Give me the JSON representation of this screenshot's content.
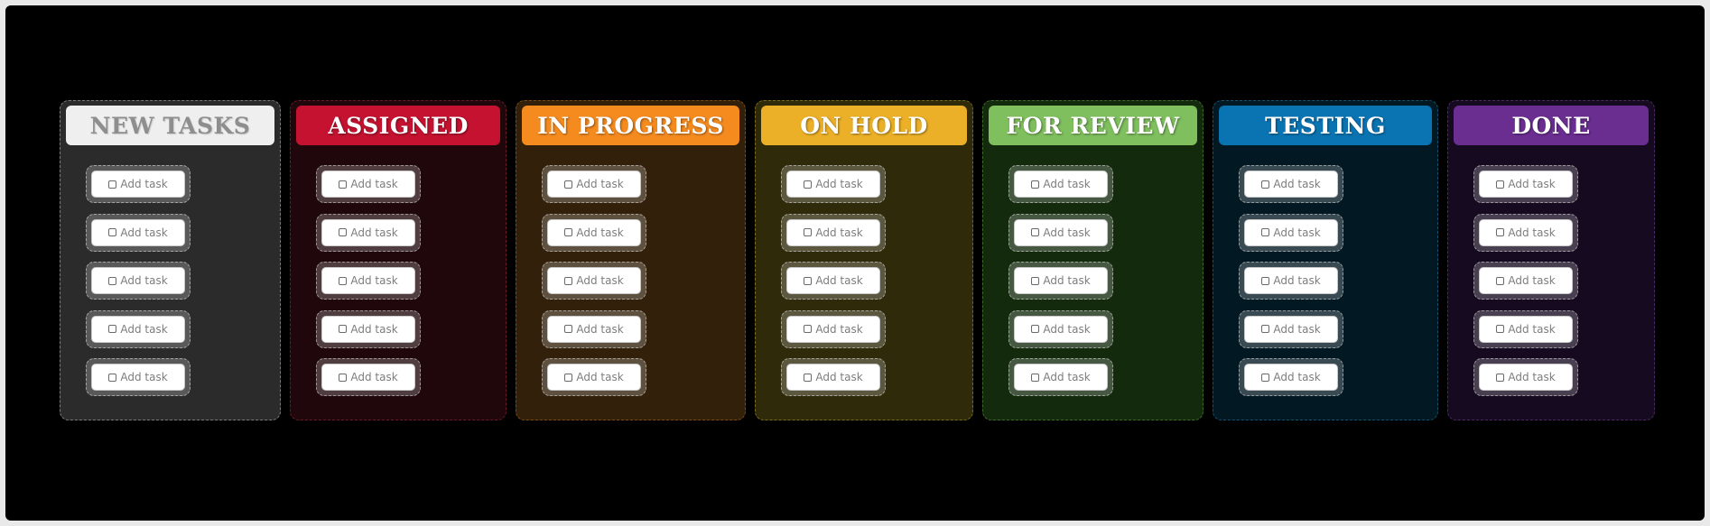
{
  "board": {
    "columns": [
      {
        "title": "NEW TASKS",
        "header_color": "#efefef",
        "header_text_color": "#8e8e8e",
        "body_color": "#2b2b2b",
        "border_color": "#7a7a7a"
      },
      {
        "title": "ASSIGNED",
        "header_color": "#c41230",
        "header_text_color": "#ffffff",
        "body_color": "#1f070b",
        "border_color": "#6b1a28"
      },
      {
        "title": "IN PROGRESS",
        "header_color": "#f58b1f",
        "header_text_color": "#ffffff",
        "body_color": "#33200a",
        "border_color": "#7a4a18"
      },
      {
        "title": "ON HOLD",
        "header_color": "#ebb027",
        "header_text_color": "#ffffff",
        "body_color": "#2e2a0a",
        "border_color": "#7a6a1c"
      },
      {
        "title": "FOR REVIEW",
        "header_color": "#7fbf5e",
        "header_text_color": "#ffffff",
        "body_color": "#132a0c",
        "border_color": "#3d6a2a"
      },
      {
        "title": "TESTING",
        "header_color": "#0a74b3",
        "header_text_color": "#ffffff",
        "body_color": "#021823",
        "border_color": "#18506d"
      },
      {
        "title": "DONE",
        "header_color": "#6a2e91",
        "header_text_color": "#ffffff",
        "body_color": "#150a1f",
        "border_color": "#4a2a63"
      }
    ],
    "tasks": [
      {
        "label": "Add task",
        "icon": "checkbox-icon"
      },
      {
        "label": "Add task",
        "icon": "checkbox-icon"
      },
      {
        "label": "Add task",
        "icon": "checkbox-icon"
      },
      {
        "label": "Add task",
        "icon": "checkbox-icon"
      },
      {
        "label": "Add task",
        "icon": "checkbox-icon"
      }
    ]
  }
}
